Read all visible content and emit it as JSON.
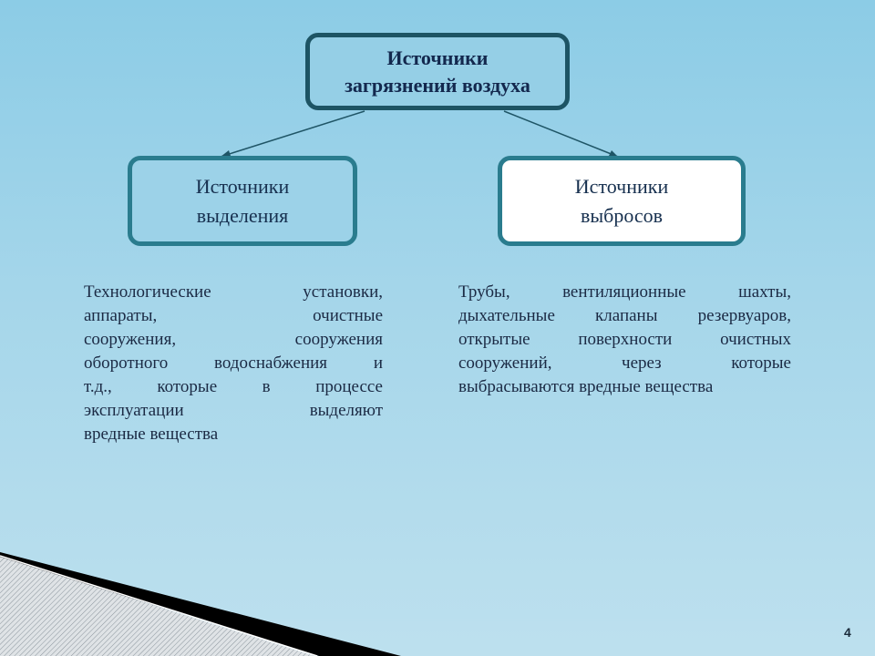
{
  "root": {
    "lines": [
      "Источники",
      "загрязнений воздуха"
    ]
  },
  "left_node": {
    "lines": [
      "Источники",
      "выделения"
    ]
  },
  "right_node": {
    "lines": [
      "Источники",
      "выбросов"
    ]
  },
  "left_text": {
    "lines": [
      "Технологические установки,",
      "аппараты, очистные",
      "сооружения, сооружения",
      "оборотного водоснабжения и",
      "т.д., которые в процессе",
      "эксплуатации выделяют",
      "вредные вещества"
    ]
  },
  "right_text": {
    "lines": [
      "Трубы, вентиляционные шахты,",
      "дыхательные клапаны резервуаров,",
      "открытые поверхности очистных",
      "сооружений, через которые",
      "выбрасываются вредные вещества"
    ]
  },
  "page_number": "4"
}
